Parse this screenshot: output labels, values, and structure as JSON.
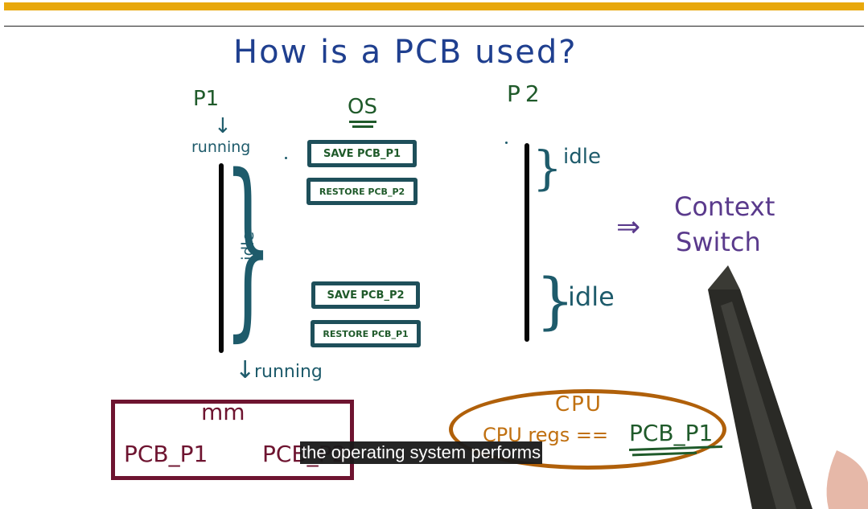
{
  "title": "How is a PCB used?",
  "process1": {
    "label": "P1",
    "running_top": "running",
    "running_bottom": "running",
    "idle_label": "idle"
  },
  "process2": {
    "label": "P2",
    "idle_label_top": "idle",
    "idle_label_bottom": "idle"
  },
  "os": {
    "label": "OS",
    "box1": "SAVE PCB_P1",
    "box2": "RESTORE PCB_P2",
    "box3": "SAVE PCB_P2",
    "box4": "RESTORE PCB_P1"
  },
  "context_switch": {
    "arrow": "⇒",
    "line1": "Context",
    "line2": "Switch"
  },
  "memory": {
    "label": "mm",
    "pcb_p1": "PCB_P1",
    "pcb_p2": "PCB_P2"
  },
  "cpu": {
    "label": "CPU",
    "regs_text": "CPU regs ==",
    "regs_value": "PCB_P1"
  },
  "arrows": {
    "down": "↓"
  },
  "caption": "the operating system performs",
  "colors": {
    "top_bar": "#e8a80c",
    "title_blue": "#1f3f8f",
    "green": "#1f5a2a",
    "teal": "#1e5b6b",
    "purple": "#5a3a8c",
    "maroon": "#6e1430",
    "orange": "#b0600a"
  }
}
